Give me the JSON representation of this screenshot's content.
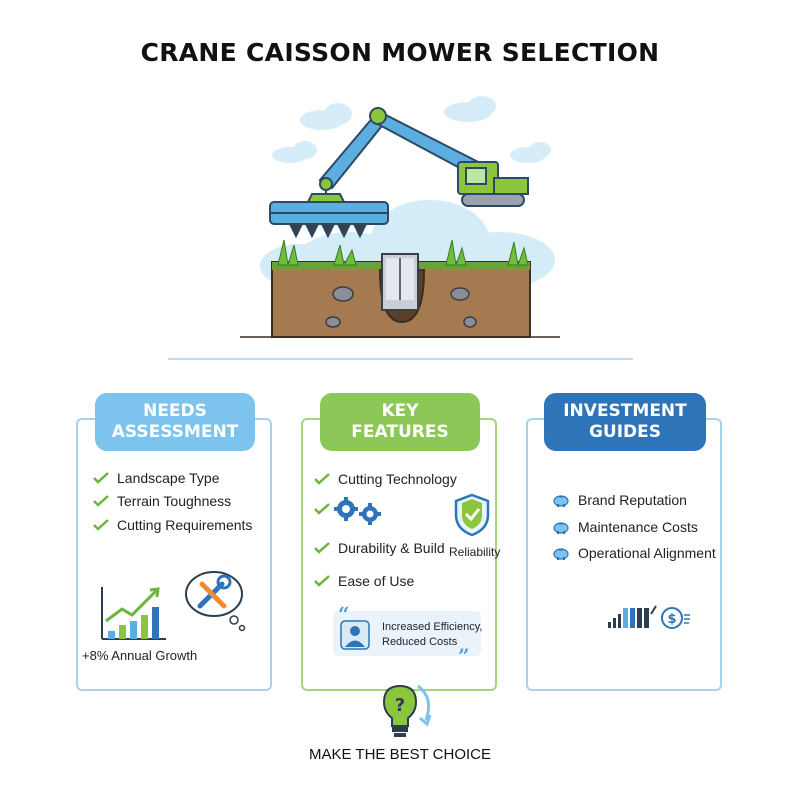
{
  "title": "CRANE CAISSON MOWER SELECTION",
  "colors": {
    "sky_blue": "#7cc4ee",
    "green": "#8dc757",
    "navy": "#2e74b8",
    "soil": "#a57a51"
  },
  "sections": {
    "needs": {
      "heading_line1": "NEEDS",
      "heading_line2": "ASSESSMENT",
      "items": [
        "Landscape Type",
        "Terrain Toughness",
        "Cutting Requirements"
      ],
      "growth_label": "+8% Annual Growth",
      "icons": [
        "leaf-check-icon",
        "growth-chart-icon",
        "tools-thought-bubble-icon"
      ]
    },
    "features": {
      "heading_line1": "KEY",
      "heading_line2": "FEATURES",
      "items": [
        "Cutting Technology",
        "Durability & Build",
        "Ease of Use"
      ],
      "reliability_label": "Reliability",
      "quote_line1": "Increased Efficiency,",
      "quote_line2": "Reduced Costs",
      "icons": [
        "gears-icon",
        "shield-check-icon",
        "user-icon"
      ]
    },
    "investment": {
      "heading_line1": "INVESTMENT",
      "heading_line2": "GUIDES",
      "items": [
        "Brand Reputation",
        "Maintenance Costs",
        "Operational Alignment"
      ],
      "icons": [
        "piggy-bank-icon",
        "bar-stack-icon",
        "coin-dollar-icon"
      ]
    }
  },
  "footer": "MAKE THE BEST CHOICE"
}
